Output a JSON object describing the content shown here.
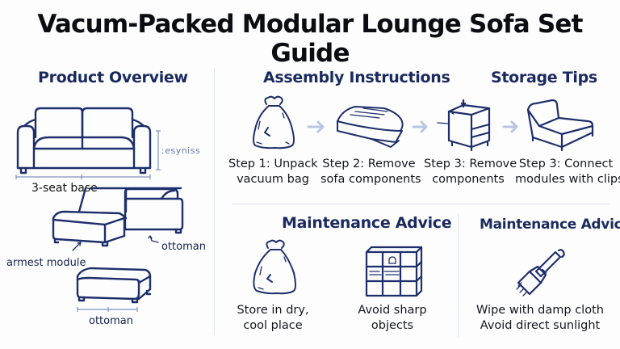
{
  "title": "Vacum-Packed Modular Lounge Sofa Set Guide",
  "colors": {
    "heading": "#1a2a5e",
    "line_art": "#1d2f6b",
    "arrow": "#b7c6e3",
    "divider": "#dfe5f2",
    "title_text": "#0b0d12"
  },
  "product_overview": {
    "heading": "Product Overview",
    "labels": {
      "dimension_label": "ːesyniss",
      "three_seat_base": "3-seat base",
      "armrest_module": "armest module",
      "ottoman_side": "ottoman",
      "ottoman_bottom": "ottoman"
    },
    "icons": [
      "three-seat-sofa-icon",
      "sectional-sofa-icon",
      "ottoman-icon"
    ]
  },
  "assembly": {
    "heading": "Assembly Instructions",
    "steps": [
      {
        "icon": "vacuum-bag-icon",
        "caption": [
          "Step 1: Unpack",
          "vacuum bag"
        ]
      },
      {
        "icon": "folded-cushion-icon",
        "caption": [
          "Step 2: Remove",
          "sofa components"
        ]
      },
      {
        "icon": "box-module-icon",
        "caption": [
          "Step 3: Remove",
          "components"
        ]
      },
      {
        "icon": "lounge-chair-icon",
        "caption": [
          "Step 3: Connect",
          "modules with clips"
        ]
      }
    ],
    "arrow_icon": "arrow-right-icon"
  },
  "storage_tips": {
    "heading": "Storage Tips"
  },
  "maintenance_left": {
    "heading": "Maintenance Advice",
    "items": [
      {
        "icon": "storage-bag-icon",
        "caption": [
          "Store in dry,",
          "cool place"
        ]
      },
      {
        "icon": "shelving-unit-icon",
        "caption": [
          "Avoid sharp",
          "objects"
        ]
      }
    ]
  },
  "maintenance_right": {
    "heading": "Maintenance Advice",
    "items": [
      {
        "icon": "brush-icon",
        "caption": [
          "Wipe with damp cloth",
          "Avoid direct sunlight"
        ]
      }
    ]
  }
}
